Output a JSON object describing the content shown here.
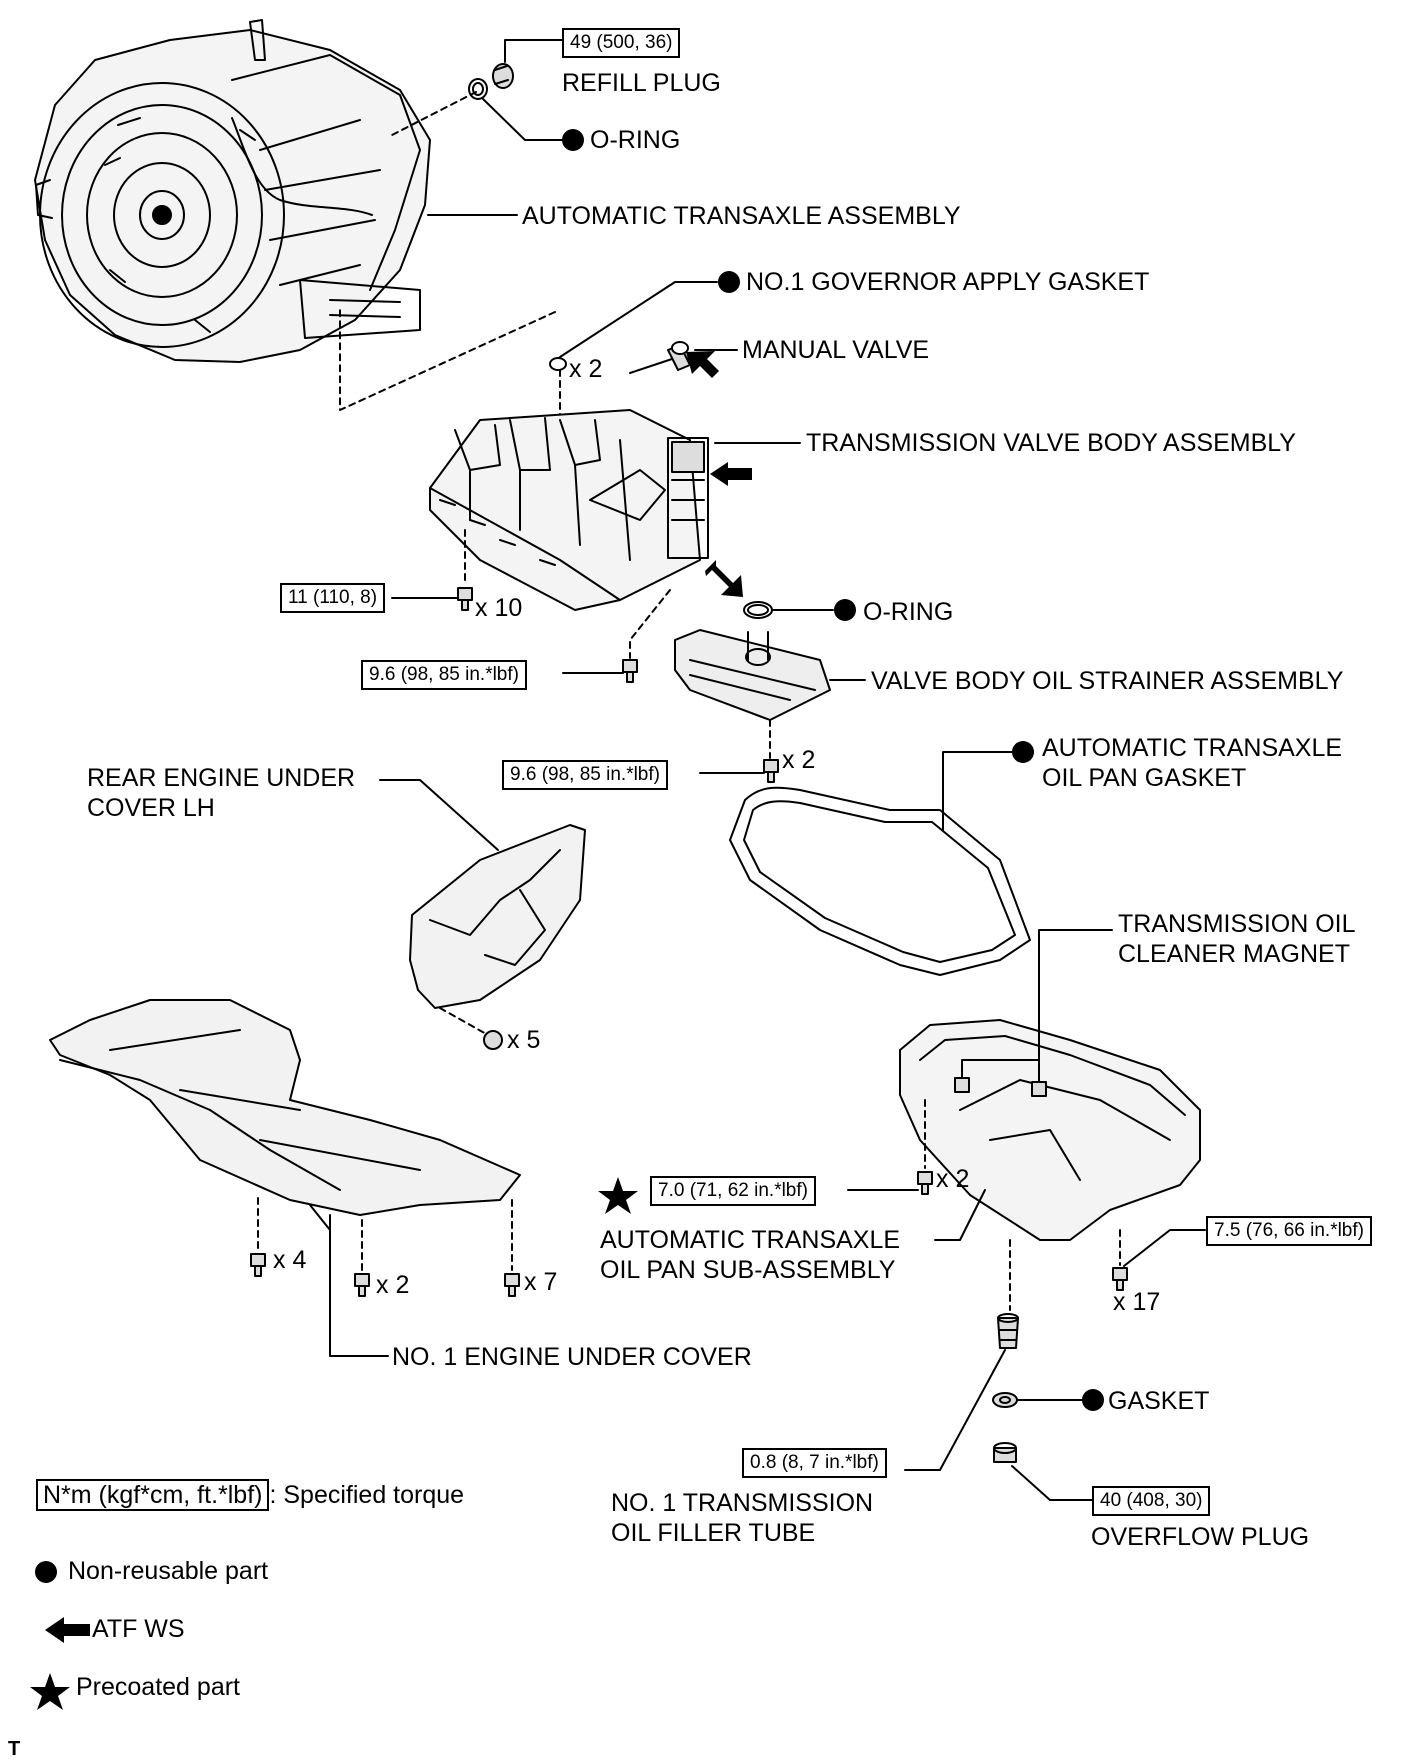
{
  "labels": {
    "refill_plug": "REFILL PLUG",
    "o_ring_top": "O-RING",
    "automatic_transaxle_assembly": "AUTOMATIC TRANSAXLE ASSEMBLY",
    "governor_gasket": "NO.1 GOVERNOR APPLY GASKET",
    "manual_valve": "MANUAL VALVE",
    "valve_body": "TRANSMISSION VALVE BODY ASSEMBLY",
    "o_ring_mid": "O-RING",
    "strainer": "VALVE BODY OIL STRAINER ASSEMBLY",
    "oil_pan_gasket": [
      "AUTOMATIC TRANSAXLE",
      "OIL PAN GASKET"
    ],
    "rear_engine_under_cover": [
      "REAR ENGINE UNDER",
      "COVER LH"
    ],
    "cleaner_magnet": [
      "TRANSMISSION OIL",
      "CLEANER MAGNET"
    ],
    "oil_pan_sub_assembly": [
      "AUTOMATIC TRANSAXLE",
      "OIL PAN SUB-ASSEMBLY"
    ],
    "engine_under_cover": "NO. 1 ENGINE UNDER COVER",
    "gasket": "GASKET",
    "filler_tube": [
      "NO. 1 TRANSMISSION",
      "OIL FILLER TUBE"
    ],
    "overflow_plug": "OVERFLOW PLUG"
  },
  "torques": {
    "refill_plug": "49 (500, 36)",
    "valve_body_bolts": "11 (110, 8)",
    "strainer_bolt": "9.6 (98, 85 in.*lbf)",
    "strainer_bolts_x2": "9.6 (98, 85 in.*lbf)",
    "pan_precoated": "7.0 (71, 62 in.*lbf)",
    "pan_bolts": "7.5 (76, 66 in.*lbf)",
    "filler_tube": "0.8 (8, 7 in.*lbf)",
    "overflow_plug": "40 (408, 30)"
  },
  "quantities": {
    "gasket": "x 2",
    "valve_body": "x 10",
    "strainer": "x 2",
    "rear_cover": "x 5",
    "pan_precoated": "x 2",
    "pan": "x 17",
    "cover_a": "x 4",
    "cover_b": "x 2",
    "cover_c": "x 7"
  },
  "legend": {
    "torque_unit": "N*m (kgf*cm, ft.*lbf)",
    "torque_desc": ": Specified torque",
    "non_reusable": "Non-reusable part",
    "atf": "ATF WS",
    "precoated": "Precoated part"
  },
  "corner_mark": "T",
  "icons": {
    "non_reusable": "filled-circle",
    "atf": "left-arrow",
    "precoated": "star"
  }
}
